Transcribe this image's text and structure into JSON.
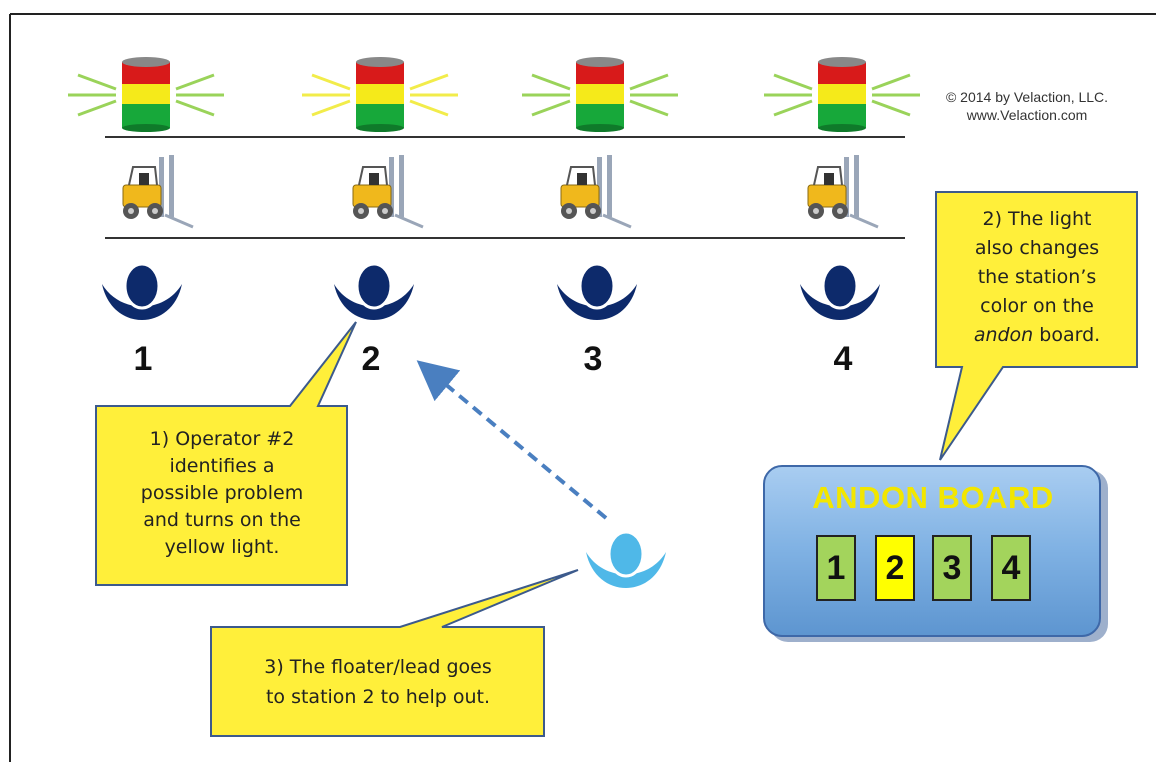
{
  "copyright": {
    "line1": "© 2014  by Velaction, LLC.",
    "line2": "www.Velaction.com"
  },
  "stations": [
    {
      "number": "1",
      "light": "green"
    },
    {
      "number": "2",
      "light": "yellow"
    },
    {
      "number": "3",
      "light": "green"
    },
    {
      "number": "4",
      "light": "green"
    }
  ],
  "callouts": {
    "operator": [
      "1) Operator #2",
      "identifies a",
      "possible problem",
      "and turns on the",
      "yellow light."
    ],
    "light": [
      "2) The light",
      "also changes",
      "the station’s",
      "color on the",
      "andon board."
    ],
    "light_italic_word": "andon",
    "floater": [
      "3) The floater/lead goes",
      "to station 2 to help out."
    ]
  },
  "andon_board": {
    "title": "ANDON BOARD",
    "cells": [
      {
        "label": "1",
        "color": "#a3d45c"
      },
      {
        "label": "2",
        "color": "#ffff00"
      },
      {
        "label": "3",
        "color": "#a3d45c"
      },
      {
        "label": "4",
        "color": "#a3d45c"
      }
    ]
  },
  "colors": {
    "callout_fill": "#ffef3a",
    "callout_border": "#3c5a8c",
    "operator_icon": "#0d2a6b",
    "floater_icon": "#4fb8e8",
    "board_fill": "#7fb1e3",
    "arrow": "#4a7fc0"
  },
  "icons": {
    "light": "andon-stack-light-icon",
    "forklift": "forklift-icon",
    "operator": "operator-icon"
  }
}
